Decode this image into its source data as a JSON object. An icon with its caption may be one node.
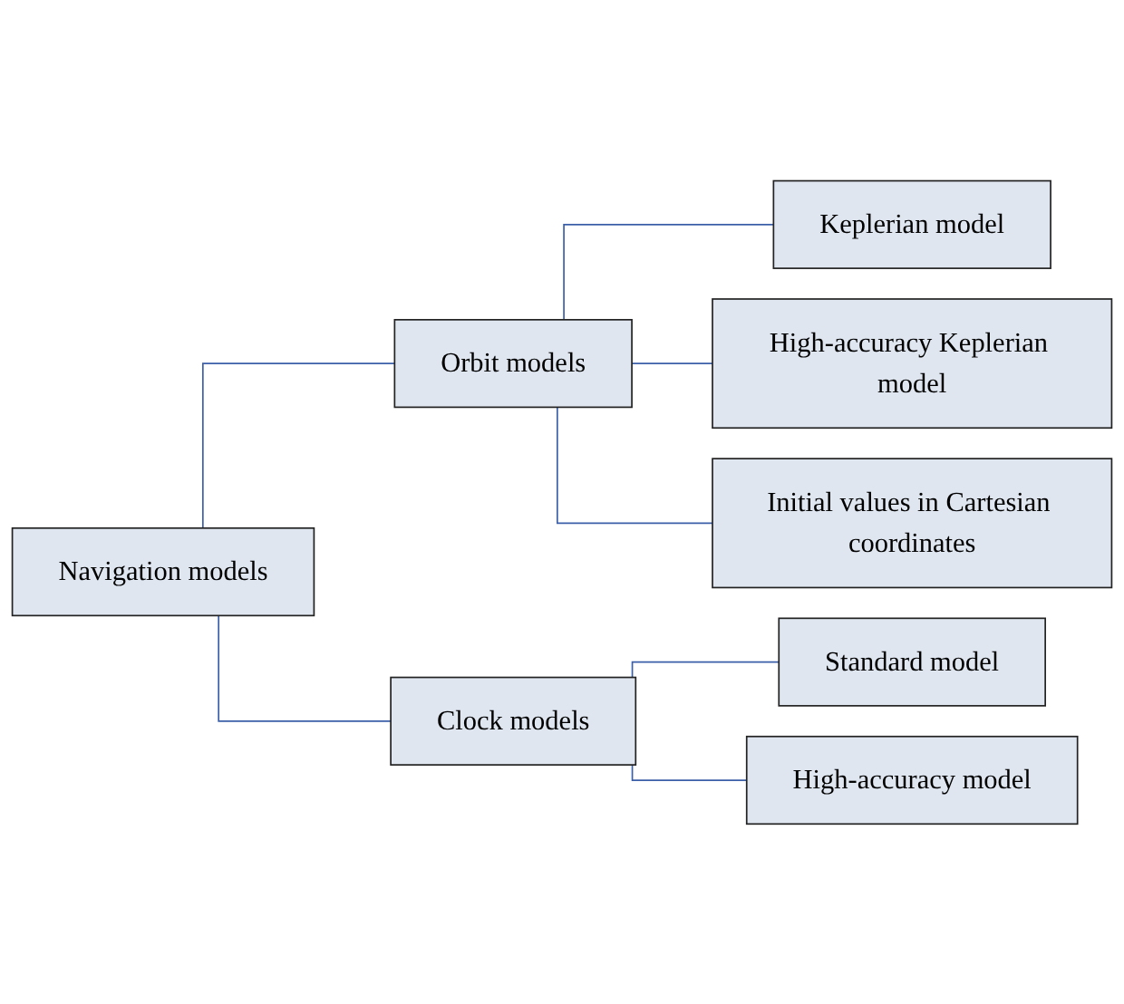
{
  "diagram": {
    "nodes": [
      {
        "text": [
          "Navigation models"
        ]
      },
      {
        "text": [
          "Orbit models"
        ]
      },
      {
        "text": [
          "Keplerian model"
        ]
      },
      {
        "text": [
          "High-accuracy Keplerian model"
        ]
      },
      {
        "text": [
          "Initial values in Cartesian coordinates"
        ]
      },
      {
        "text": [
          "Clock models"
        ]
      },
      {
        "text": [
          "Standard model"
        ]
      },
      {
        "text": [
          "High-accuracy model"
        ]
      }
    ],
    "edges": [
      {
        "from": 0,
        "to": 1,
        "arrow": "none"
      },
      {
        "from": 1,
        "to": 2,
        "arrow": "none"
      },
      {
        "from": 1,
        "to": 3,
        "arrow": "none"
      },
      {
        "from": 1,
        "to": 4,
        "arrow": "none"
      },
      {
        "from": 0,
        "to": 5,
        "arrow": "none"
      },
      {
        "from": 5,
        "to": 6,
        "arrow": "none"
      },
      {
        "from": 5,
        "to": 7,
        "arrow": "none"
      }
    ]
  }
}
